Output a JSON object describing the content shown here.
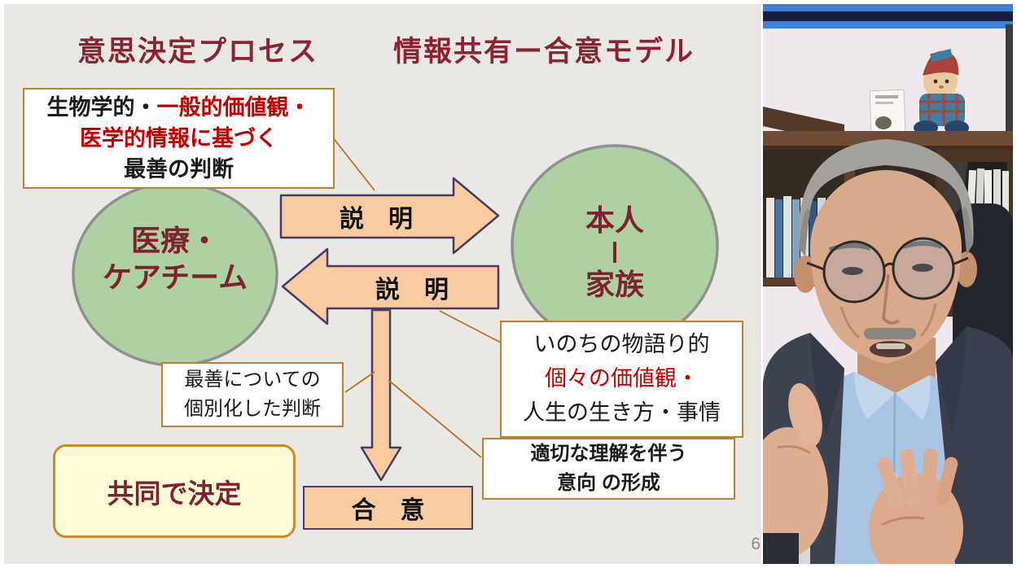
{
  "slide": {
    "title_left": "意思決定プロセス",
    "title_right": "情報共有ー合意モデル",
    "page_number": "6",
    "biomedical_box": {
      "line1_part1": "生物学的・",
      "line1_part2": "一般的価値観・",
      "line2": "医学的情報に基づく",
      "line3": "最善の判断"
    },
    "care_team_ellipse": {
      "line1": "医療・",
      "line2": "ケアチーム"
    },
    "patient_family_ellipse": {
      "top": "本人",
      "bottom": "家族"
    },
    "explain_arrow_right_label": "説　明",
    "explain_arrow_left_label": "説　明",
    "individualized_box": {
      "line1": "最善についての",
      "line2": "個別化した判断"
    },
    "life_narrative_box": {
      "line1": "いのちの物語り的",
      "line2": "個々の価値観・",
      "line3": "人生の生き方・事情"
    },
    "intention_box": {
      "line1": "適切な理解を伴う",
      "line2": "意向 の形成"
    },
    "joint_decision_label": "共同で決定",
    "agreement_label": "合　意",
    "colors": {
      "slide_background": "#E9E8E5",
      "title_maroon": "#8A2433",
      "emphasis_red": "#C00000",
      "ellipse_green_fill": "#AFD0A3",
      "ellipse_gray_border": "#8F9090",
      "arrow_peach_fill": "#F9CBA1",
      "arrow_purple_border": "#473B63",
      "white_box_border_gold": "#BB8233",
      "joint_box_yellow_fill": "#FFFDD6",
      "connector_line_brown": "#B5722A"
    }
  }
}
